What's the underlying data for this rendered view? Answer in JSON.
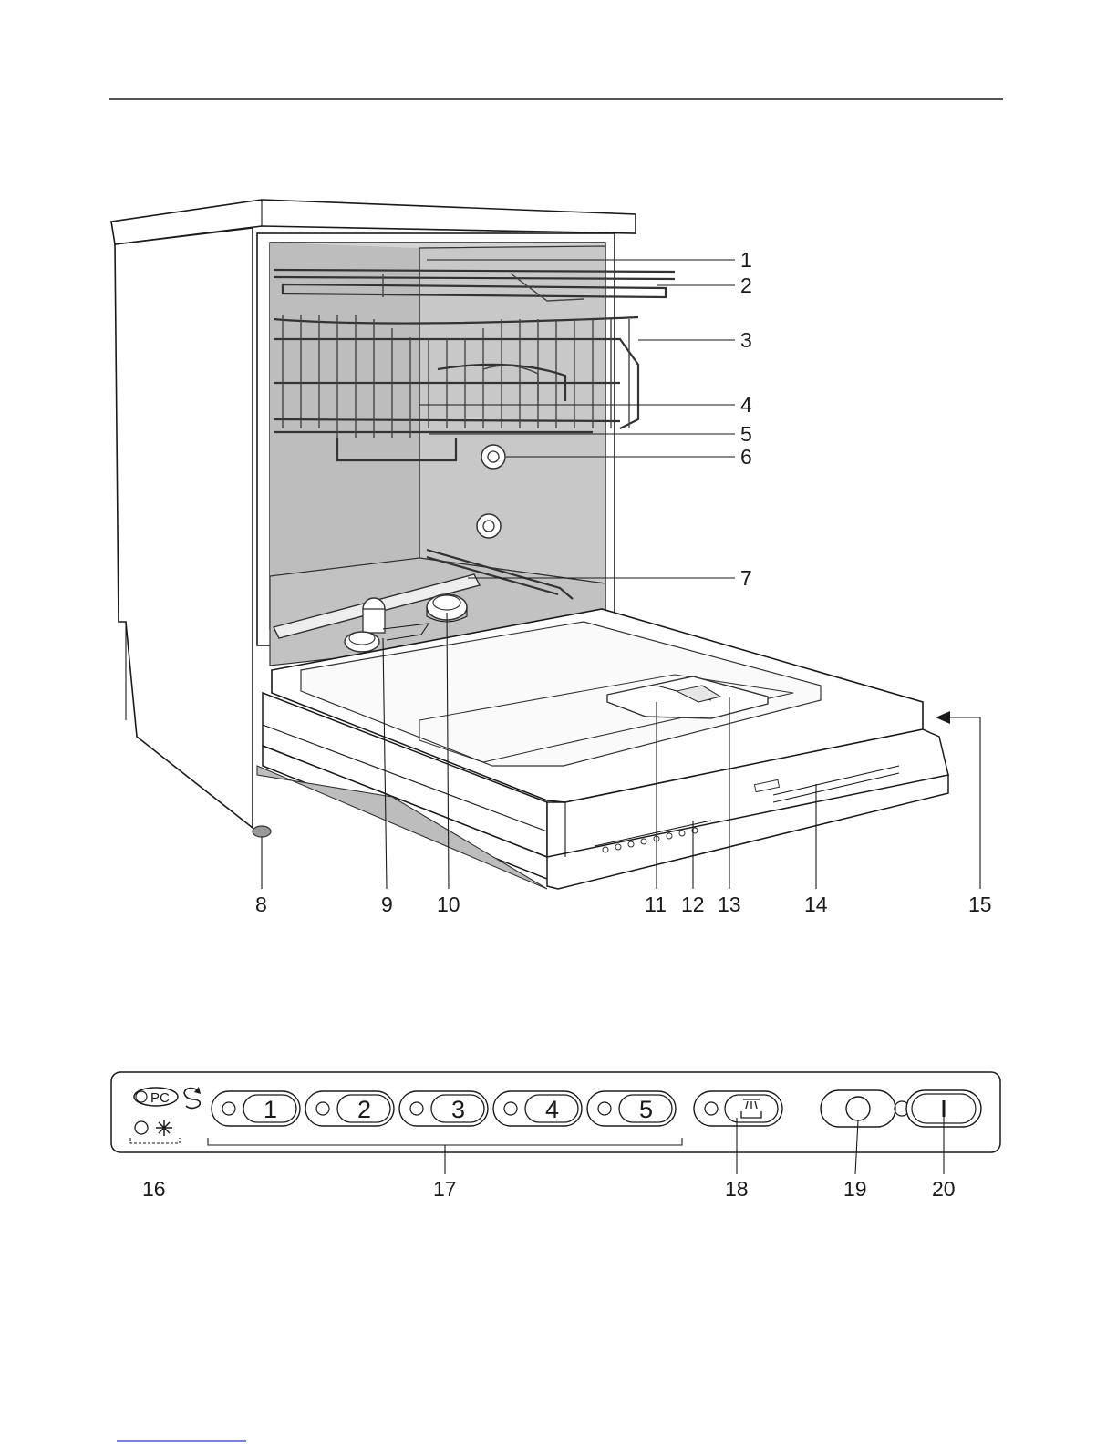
{
  "callouts": [
    {
      "id": "1",
      "label": "1"
    },
    {
      "id": "2",
      "label": "2"
    },
    {
      "id": "3",
      "label": "3"
    },
    {
      "id": "4",
      "label": "4"
    },
    {
      "id": "5",
      "label": "5"
    },
    {
      "id": "6",
      "label": "6"
    },
    {
      "id": "7",
      "label": "7"
    },
    {
      "id": "8",
      "label": "8"
    },
    {
      "id": "9",
      "label": "9"
    },
    {
      "id": "10",
      "label": "10"
    },
    {
      "id": "11",
      "label": "11"
    },
    {
      "id": "12",
      "label": "12"
    },
    {
      "id": "13",
      "label": "13"
    },
    {
      "id": "14",
      "label": "14"
    },
    {
      "id": "15",
      "label": "15"
    }
  ],
  "panel": {
    "pc_label": "PC",
    "program_buttons": [
      "1",
      "2",
      "3",
      "4",
      "5"
    ],
    "icons": {
      "pc_indicator": "pc-indicator-icon",
      "refill_arrow": "refill-arrow-icon",
      "salt_indicator": "salt-star-icon",
      "delay_start": "delay-start-icon",
      "start_circle": "start-circle-icon",
      "power": "power-icon"
    },
    "callouts": [
      {
        "id": "16",
        "label": "16"
      },
      {
        "id": "17",
        "label": "17"
      },
      {
        "id": "18",
        "label": "18"
      },
      {
        "id": "19",
        "label": "19"
      },
      {
        "id": "20",
        "label": "20"
      }
    ]
  },
  "colors": {
    "line": "#1a1a1a",
    "interior": "#d4d4d4",
    "interior_dark": "#bdbdbd",
    "link": "#3333cc"
  }
}
